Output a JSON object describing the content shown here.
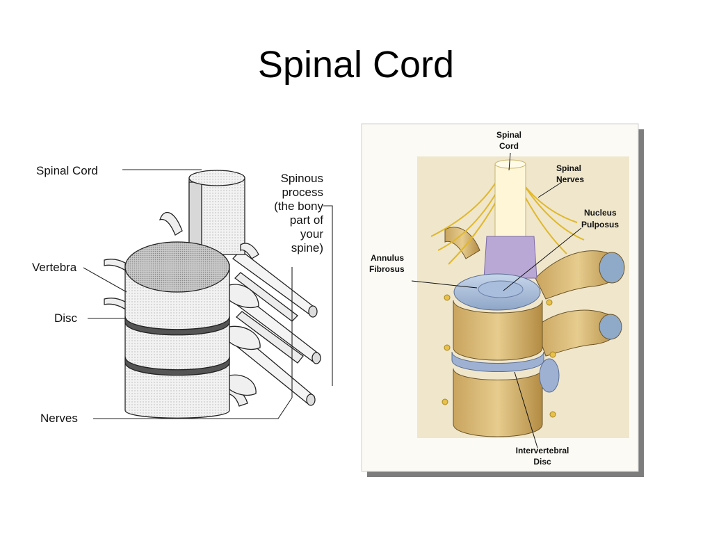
{
  "slide": {
    "title": "Spinal Cord"
  },
  "left_diagram": {
    "labels": {
      "spinal_cord": "Spinal Cord",
      "vertebra": "Vertebra",
      "disc": "Disc",
      "nerves": "Nerves",
      "spinous_lines": [
        "Spinous",
        "process",
        "(the bony",
        "part of",
        "your",
        "spine)"
      ]
    }
  },
  "right_diagram": {
    "labels": {
      "spinal_cord_lines": [
        "Spinal",
        "Cord"
      ],
      "spinal_nerves_lines": [
        "Spinal",
        "Nerves"
      ],
      "nucleus_lines": [
        "Nucleus",
        "Pulposus"
      ],
      "annulus_lines": [
        "Annulus",
        "Fibrosus"
      ],
      "intervertebral_lines": [
        "Intervertebral",
        "Disc"
      ]
    }
  }
}
